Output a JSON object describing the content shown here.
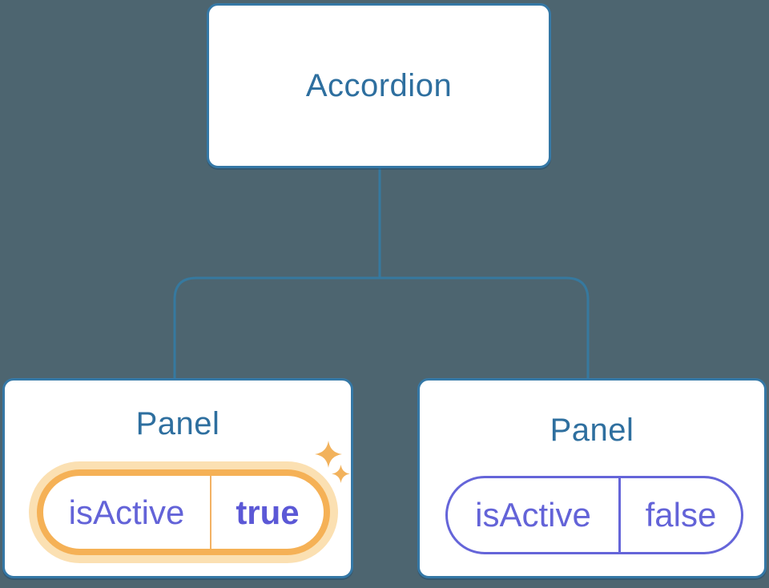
{
  "diagram": {
    "description": "Component tree diagram: an Accordion parent component with two Panel children, each holding an isActive state pill; the active panel is highlighted with an orange ring and sparkles",
    "background_color": "#4d6570",
    "connector_color": "#36799f",
    "node_border_color": "#3578a6",
    "node_fill_color": "#ffffff",
    "title_text_color": "#2e6f9f",
    "prop_text_color": "#6363d8",
    "prop_value_bold_color": "#5b58d6",
    "highlight_ring_color": "#f5b156",
    "highlight_glow_color": "#fbe0b2",
    "sparkle_color": "#f2b25c"
  },
  "root": {
    "title": "Accordion"
  },
  "panels": [
    {
      "title": "Panel",
      "prop_name": "isActive",
      "prop_value": "true",
      "highlighted": true
    },
    {
      "title": "Panel",
      "prop_name": "isActive",
      "prop_value": "false",
      "highlighted": false
    }
  ]
}
